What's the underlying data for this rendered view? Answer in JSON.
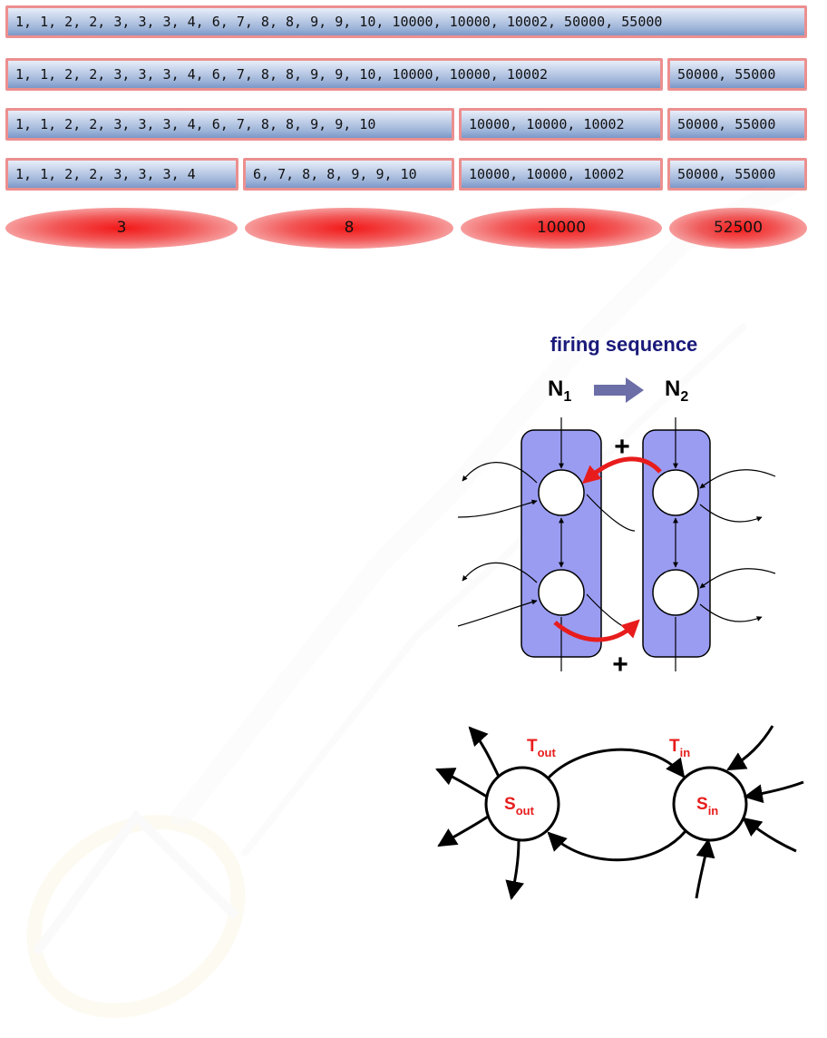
{
  "split_rows": [
    {
      "segments": [
        "1, 1, 2, 2, 3, 3, 3, 4, 6, 7, 8, 8, 9, 9, 10, 10000, 10000, 10002,  50000, 55000"
      ]
    },
    {
      "segments": [
        "1, 1, 2, 2, 3, 3, 3, 4, 6, 7, 8, 8, 9, 9, 10, 10000, 10000, 10002",
        "50000, 55000"
      ]
    },
    {
      "segments": [
        "1, 1, 2, 2, 3, 3, 3, 4, 6, 7, 8, 8, 9, 9, 10",
        "10000, 10000, 10002",
        "50000, 55000"
      ]
    },
    {
      "segments": [
        "1, 1, 2, 2, 3, 3, 3, 4",
        "6, 7, 8, 8, 9, 9, 10",
        "10000, 10000, 10002",
        "50000, 55000"
      ]
    }
  ],
  "centroids": [
    "3",
    "8",
    "10000",
    "52500"
  ],
  "firing_diagram": {
    "title": "firing sequence",
    "node1": "N",
    "node1_sub": "1",
    "node2": "N",
    "node2_sub": "2",
    "plus_top": "+",
    "plus_bottom": "+"
  },
  "state_diagram": {
    "t_out": "T",
    "t_out_sub": "out",
    "t_in": "T",
    "t_in_sub": "in",
    "s_out": "S",
    "s_out_sub": "out",
    "s_in": "S",
    "s_in_sub": "in"
  },
  "colors": {
    "bar_border": "#ec8f8f",
    "column_fill": "#9a9cf2",
    "red": "#e81c1c",
    "title_blue": "#1a1a7a",
    "arrow_gray": "#6c6ea8"
  }
}
